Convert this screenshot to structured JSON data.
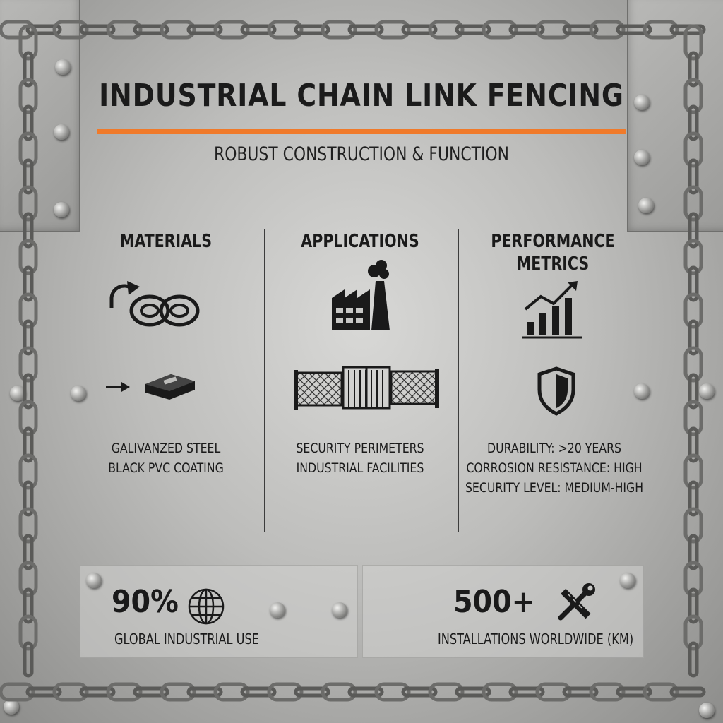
{
  "header": {
    "title": "INDUSTRIAL CHAIN LINK FENCING",
    "subtitle": "ROBUST CONSTRUCTION & FUNCTION"
  },
  "columns": [
    {
      "heading": "MATERIALS",
      "icons": [
        "chain-link-icon",
        "steel-bar-icon"
      ],
      "lines": [
        "GALIVANZED STEEL",
        "BLACK PVC COATING"
      ]
    },
    {
      "heading": "APPLICATIONS",
      "icons": [
        "factory-icon",
        "fence-gate-icon"
      ],
      "lines": [
        "SECURITY PERIMETERS",
        "INDUSTRIAL FACILITIES"
      ]
    },
    {
      "heading_line1": "PERFORMANCE",
      "heading_line2": "METRICS",
      "icons": [
        "growth-chart-icon",
        "shield-icon"
      ],
      "lines": [
        "DURABILITY: >20 YEARS",
        "CORROSION RESISTANCE: HIGH",
        "SECURITY LEVEL: MEDIUM-HIGH"
      ]
    }
  ],
  "stats": [
    {
      "value": "90%",
      "label": "GLOBAL INDUSTRIAL USE",
      "icon": "globe-icon"
    },
    {
      "value": "500+",
      "label": "INSTALLATIONS WORLDWIDE (KM)",
      "icon": "tools-icon"
    }
  ],
  "colors": {
    "accent": "#f07a2a",
    "text": "#1a1a1a",
    "metal": "#bdbdbb"
  }
}
